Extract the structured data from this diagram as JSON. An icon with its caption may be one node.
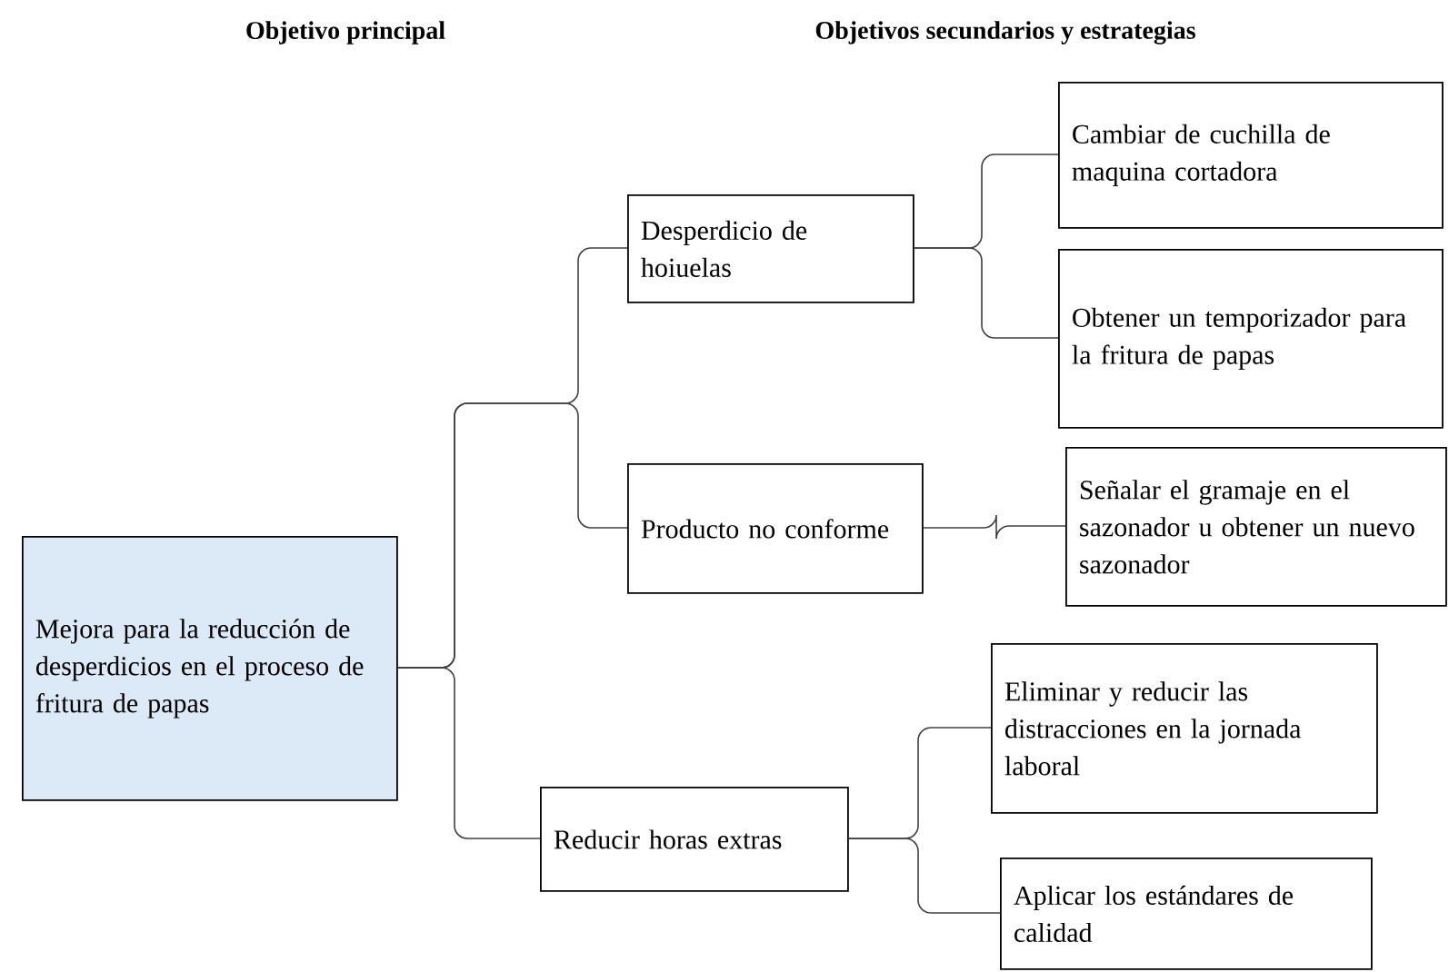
{
  "diagram": {
    "nodes": [
      {
        "text": [
          "Mejora para la reducción de desperdicios en el proceso de fritura de papas"
        ]
      },
      {
        "text": [
          "Desperdicio de hoiuelas"
        ]
      },
      {
        "text": [
          "Producto no conforme"
        ]
      },
      {
        "text": [
          "Reducir horas extras"
        ]
      },
      {
        "text": [
          "Cambiar de cuchilla de maquina cortadora"
        ]
      },
      {
        "text": [
          "Obtener un temporizador para la fritura de papas"
        ]
      },
      {
        "text": [
          "Señalar el gramaje en el sazonador u obtener un nuevo sazonador"
        ]
      },
      {
        "text": [
          "Eliminar y reducir las distracciones en la jornada laboral"
        ]
      },
      {
        "text": [
          "Aplicar los estándares de calidad"
        ]
      }
    ],
    "edges": [
      {
        "from": 0,
        "to": 1,
        "arrow": "none"
      },
      {
        "from": 0,
        "to": 2,
        "arrow": "none"
      },
      {
        "from": 0,
        "to": 3,
        "arrow": "none"
      },
      {
        "from": 1,
        "to": 4,
        "arrow": "none"
      },
      {
        "from": 1,
        "to": 5,
        "arrow": "none"
      },
      {
        "from": 2,
        "to": 6,
        "arrow": "none"
      },
      {
        "from": 3,
        "to": 7,
        "arrow": "none"
      },
      {
        "from": 3,
        "to": 8,
        "arrow": "none"
      }
    ],
    "labels": [
      "Objetivo principal",
      "Objetivos secundarios y estrategias"
    ]
  }
}
